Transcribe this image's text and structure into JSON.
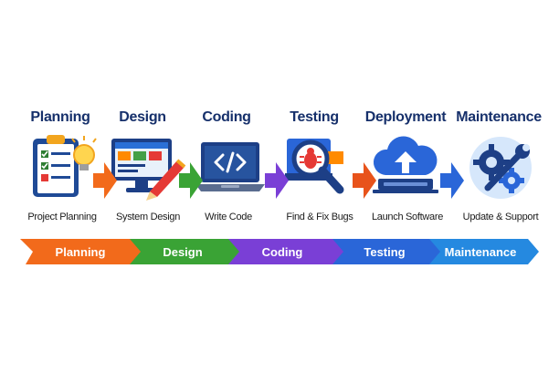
{
  "stages": [
    {
      "title": "Planning",
      "caption": "Project Planning",
      "icon": "clipboard-checklist-icon"
    },
    {
      "title": "Design",
      "caption": "System Design",
      "icon": "monitor-pencil-icon"
    },
    {
      "title": "Coding",
      "caption": "Write Code",
      "icon": "laptop-code-icon"
    },
    {
      "title": "Testing",
      "caption": "Find & Fix Bugs",
      "icon": "magnifier-bug-icon"
    },
    {
      "title": "Deployment",
      "caption": "Launch Software",
      "icon": "cloud-upload-icon"
    },
    {
      "title": "Maintenance",
      "caption": "Update & Support",
      "icon": "gears-wrench-icon"
    }
  ],
  "bar": [
    {
      "label": "Planning",
      "color": "#f26a1b"
    },
    {
      "label": "Design",
      "color": "#3aa335"
    },
    {
      "label": "Coding",
      "color": "#7a3fd6"
    },
    {
      "label": "Testing",
      "color": "#2a66d8"
    },
    {
      "label": "Maintenance",
      "color": "#2589e0"
    }
  ]
}
